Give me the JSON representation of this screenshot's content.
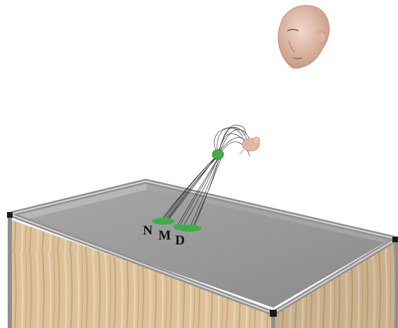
{
  "figure": {
    "labels": {
      "n": "N",
      "m": "M",
      "d": "D"
    },
    "subjects": {
      "head": "human-head",
      "fly": "tethered-insect",
      "arena": "box-arena"
    },
    "colors": {
      "background": "#ffffff",
      "marker": "#3fae49",
      "trajectory": "#1a1a1a",
      "skin": "#e2b7a4",
      "arena_floor": "#8e8e8e",
      "arena_wall": "#b3b3b3",
      "rim": "#8a8a8a",
      "wood": "#dcc09a"
    }
  }
}
